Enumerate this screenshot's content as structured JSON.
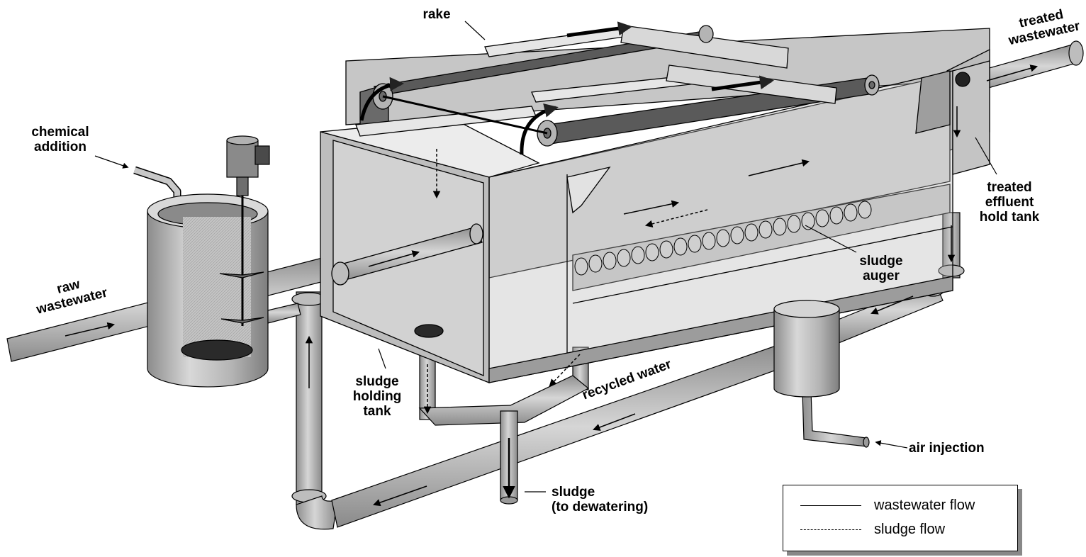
{
  "labels": {
    "rake": "rake",
    "treated_wastewater": "treated\nwastewater",
    "chemical_addition": "chemical\naddition",
    "treated_effluent_hold_tank": "treated\neffluent\nhold tank",
    "raw_wastewater": "raw\nwastewater",
    "sludge_auger": "sludge\nauger",
    "sludge_holding_tank": "sludge\nholding\ntank",
    "recycled_water": "recycled water",
    "air_injection": "air injection",
    "sludge_to_dewatering": "sludge\n(to dewatering)"
  },
  "legend": {
    "wastewater_flow": "wastewater flow",
    "sludge_flow": "sludge flow"
  },
  "colors": {
    "pipe": "#a8a8a8",
    "pipe_dark": "#7a7a7a",
    "tank_light": "#e4e4e4",
    "tank_mid": "#c8c8c8",
    "tank_dark": "#9a9a9a",
    "belt": "#555555",
    "outline": "#000000"
  }
}
